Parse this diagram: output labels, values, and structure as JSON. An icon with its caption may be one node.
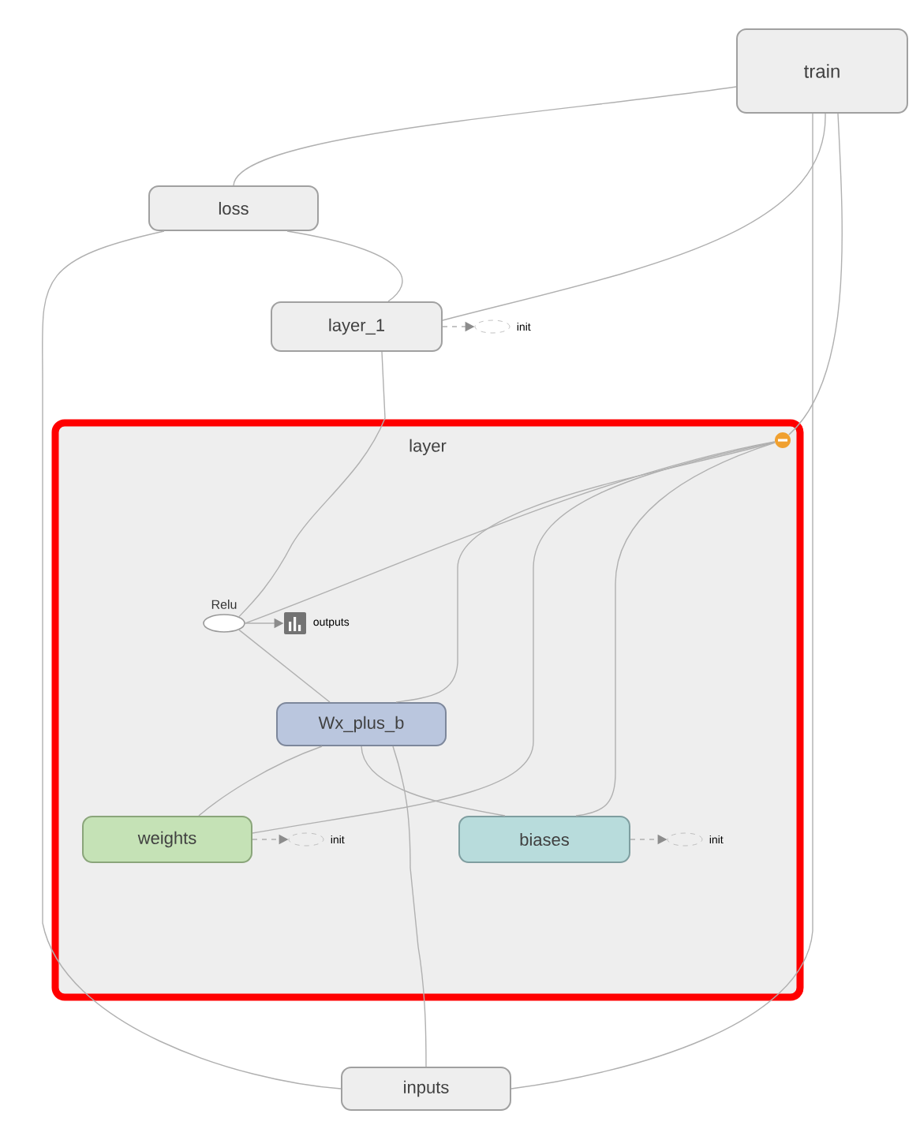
{
  "diagram": {
    "nodes": [
      {
        "text": [
          "train"
        ]
      },
      {
        "text": [
          "loss"
        ]
      },
      {
        "text": [
          "layer_1"
        ]
      },
      {
        "text": [],
        "shape": "ellipse",
        "beside": [
          "init"
        ]
      },
      {
        "text": [
          "layer"
        ]
      },
      {
        "text": [],
        "shape": "circle",
        "in": 4
      },
      {
        "text": [
          "Relu"
        ],
        "in": 4
      },
      {
        "text": [],
        "shape": "box",
        "beside": [
          "outputs"
        ],
        "in": 4
      },
      {
        "text": [
          "Wx_plus_b"
        ],
        "in": 4
      },
      {
        "text": [
          "weights"
        ],
        "in": 4
      },
      {
        "text": [],
        "shape": "ellipse",
        "beside": [
          "init"
        ],
        "in": 4
      },
      {
        "text": [
          "biases"
        ],
        "in": 4
      },
      {
        "text": [],
        "shape": "ellipse",
        "beside": [
          "init"
        ],
        "in": 4
      },
      {
        "text": [
          "inputs"
        ]
      }
    ],
    "edges": [
      {
        "from": 0,
        "to": 1,
        "arrow": "none"
      },
      {
        "from": 1,
        "to": 2,
        "arrow": "none"
      },
      {
        "from": 1,
        "to": 13,
        "arrow": "none"
      },
      {
        "from": 0,
        "to": 2,
        "arrow": "none"
      },
      {
        "from": 0,
        "to": 5,
        "arrow": "none"
      },
      {
        "from": 0,
        "to": 13,
        "arrow": "none"
      },
      {
        "from": 2,
        "to": 3,
        "arrow": "to",
        "style": "dashed"
      },
      {
        "from": 2,
        "to": 6,
        "arrow": "none"
      },
      {
        "from": 6,
        "to": 7,
        "arrow": "to"
      },
      {
        "from": 6,
        "to": 8,
        "arrow": "none"
      },
      {
        "from": 5,
        "to": 6,
        "arrow": "none"
      },
      {
        "from": 5,
        "to": 8,
        "arrow": "none"
      },
      {
        "from": 5,
        "to": 9,
        "arrow": "none"
      },
      {
        "from": 5,
        "to": 11,
        "arrow": "none"
      },
      {
        "from": 8,
        "to": 9,
        "arrow": "none"
      },
      {
        "from": 8,
        "to": 11,
        "arrow": "none"
      },
      {
        "from": 8,
        "to": 13,
        "arrow": "none"
      },
      {
        "from": 9,
        "to": 10,
        "arrow": "to",
        "style": "dashed"
      },
      {
        "from": 11,
        "to": 12,
        "arrow": "to",
        "style": "dashed"
      }
    ]
  }
}
